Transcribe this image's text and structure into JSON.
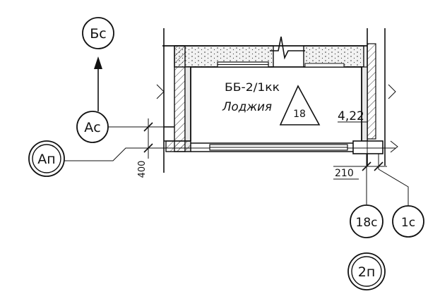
{
  "bubbles": {
    "bs": "Бс",
    "as": "Ас",
    "ap": "Ап",
    "c18": "18с",
    "c1": "1с",
    "p2": "2п"
  },
  "room": {
    "code": "ББ-2/1кк",
    "name": "Лоджия",
    "number": "18",
    "area": "4,22"
  },
  "dimensions": {
    "left_offset": "400",
    "column_offset": "210"
  }
}
